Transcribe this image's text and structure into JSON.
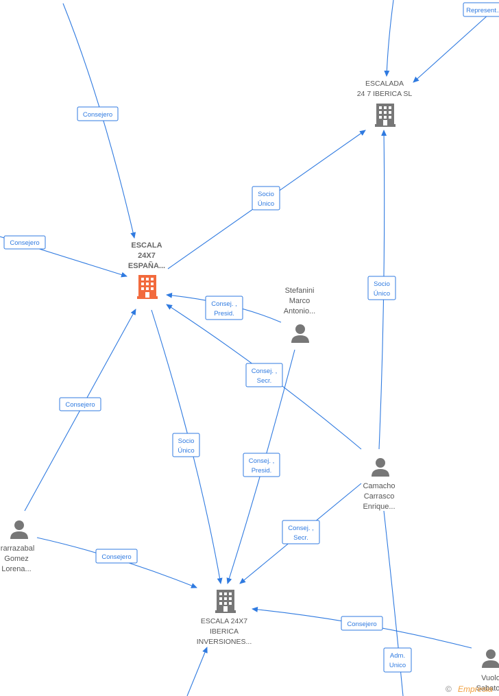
{
  "colors": {
    "edge": "#2f7ae0",
    "company_main": "#f26a3d",
    "company": "#777777",
    "person": "#777777",
    "text": "#555555"
  },
  "nodes": {
    "escala_espana": {
      "lines": [
        "ESCALA",
        "24X7",
        "ESPAÑA..."
      ],
      "type": "company",
      "highlight": true
    },
    "escalada_iberica": {
      "lines": [
        "ESCALADA",
        "24 7 IBERICA  SL"
      ],
      "type": "company",
      "highlight": false
    },
    "escala_iberica_inv": {
      "lines": [
        "ESCALA 24X7",
        "IBERICA",
        "INVERSIONES..."
      ],
      "type": "company",
      "highlight": false
    },
    "stefanini": {
      "lines": [
        "Stefanini",
        "Marco",
        "Antonio..."
      ],
      "type": "person"
    },
    "camacho": {
      "lines": [
        "Camacho",
        "Carrasco",
        "Enrique..."
      ],
      "type": "person"
    },
    "irarrazabal": {
      "lines": [
        "Irarrazabal",
        "Gomez",
        "Lorena..."
      ],
      "type": "person"
    },
    "vuolo": {
      "lines": [
        "Vuolo",
        "Sabato"
      ],
      "type": "person"
    }
  },
  "edge_labels": {
    "consejero_top": [
      "Consejero"
    ],
    "consejero_left": [
      "Consejero"
    ],
    "represent": [
      "Represent..."
    ],
    "socio_unico_esp_escalada": [
      "Socio",
      "Único"
    ],
    "socio_unico_camacho_escalada": [
      "Socio",
      "Único"
    ],
    "consej_presid_stefanini": [
      "Consej. ,",
      "Presid."
    ],
    "consej_secr_camacho_esp": [
      "Consej. ,",
      "Secr."
    ],
    "consejero_irarrazabal_esp": [
      "Consejero"
    ],
    "socio_unico_esp_inv": [
      "Socio",
      "Único"
    ],
    "consej_presid_stefanini_inv": [
      "Consej. ,",
      "Presid."
    ],
    "consej_secr_camacho_inv": [
      "Consej. ,",
      "Secr."
    ],
    "consejero_irarrazabal_inv": [
      "Consejero"
    ],
    "consejero_vuolo_inv": [
      "Consejero"
    ],
    "adm_unico": [
      "Adm.",
      "Unico"
    ]
  },
  "watermark": {
    "copyright": "©",
    "brand": "Empresia"
  }
}
